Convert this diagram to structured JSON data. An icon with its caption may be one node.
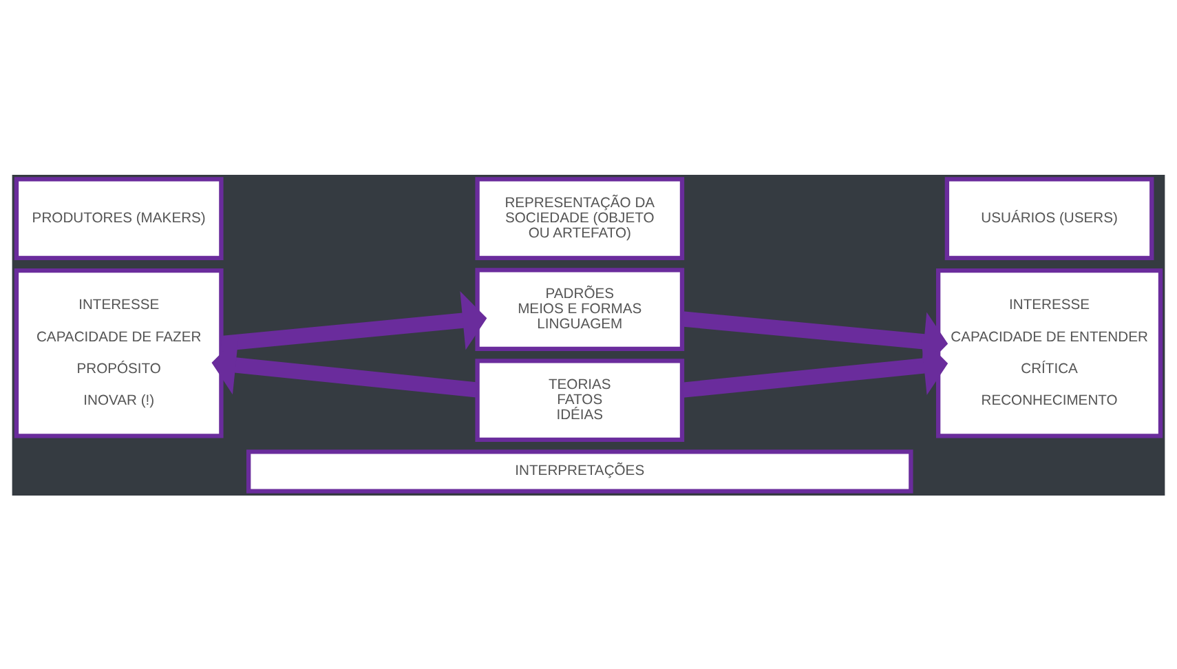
{
  "diagram": {
    "nodes": [
      {
        "text": [
          "PRODUTORES (MAKERS)"
        ]
      },
      {
        "text": [
          "REPRESENTAÇÃO DA SOCIEDADE (OBJETO OU ARTEFATO)"
        ]
      },
      {
        "text": [
          "USUÁRIOS (USERS)"
        ]
      },
      {
        "text": [
          "INTERESSE",
          "CAPACIDADE DE FAZER",
          "PROPÓSITO",
          "INOVAR (!)"
        ]
      },
      {
        "text": [
          "PADRÕES",
          "MEIOS E FORMAS",
          "LINGUAGEM"
        ]
      },
      {
        "text": [
          "INTERESSE",
          "CAPACIDADE DE ENTENDER",
          "CRÍTICA",
          "RECONHECIMENTO"
        ]
      },
      {
        "text": [
          "TEORIAS",
          "FATOS",
          "IDÉIAS"
        ]
      },
      {
        "text": [
          "INTERPRETAÇÕES"
        ]
      }
    ],
    "edges": [
      {
        "from": 3,
        "to": 4,
        "arrow": "to"
      },
      {
        "from": 4,
        "to": 5,
        "arrow": "to"
      },
      {
        "from": 6,
        "to": 3,
        "arrow": "to"
      },
      {
        "from": 6,
        "to": 5,
        "arrow": "to"
      }
    ]
  }
}
